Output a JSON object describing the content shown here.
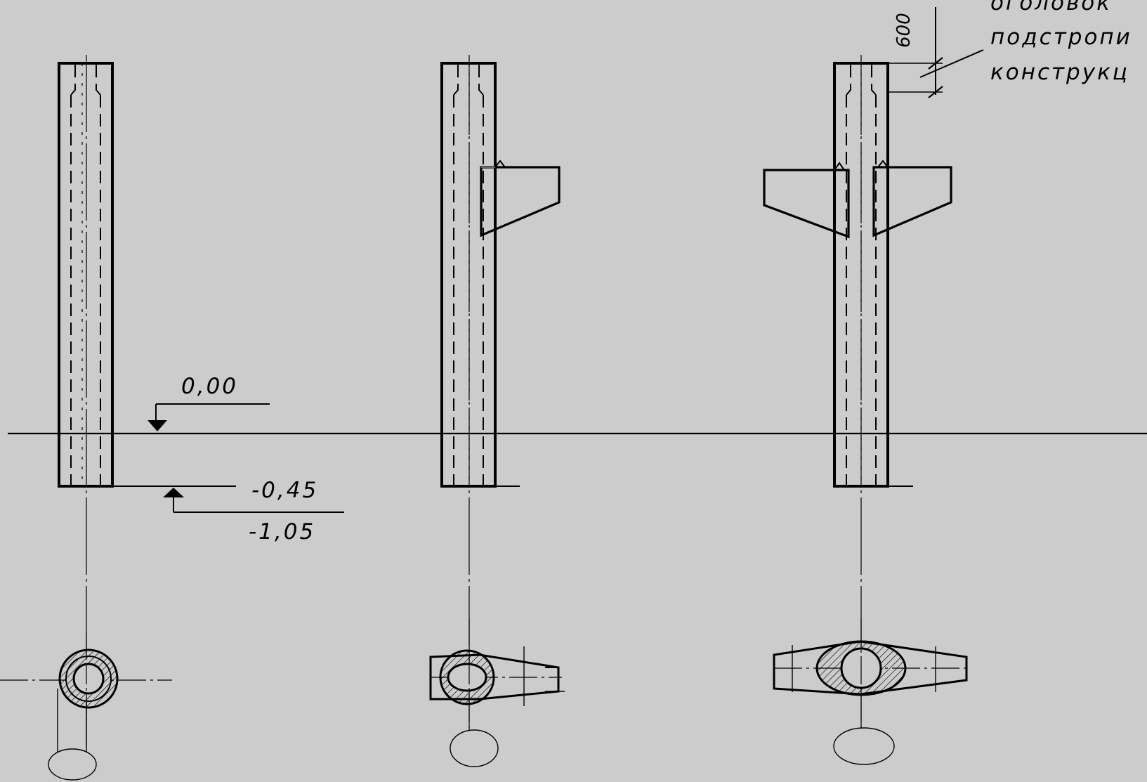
{
  "elevations": {
    "ground": "0,00",
    "column_base": "-0,45",
    "foundation_bottom": "-1,05"
  },
  "dimension": {
    "value": "600"
  },
  "annotation": {
    "lines": [
      "оголовок",
      "подстропи",
      "конструкц"
    ]
  }
}
